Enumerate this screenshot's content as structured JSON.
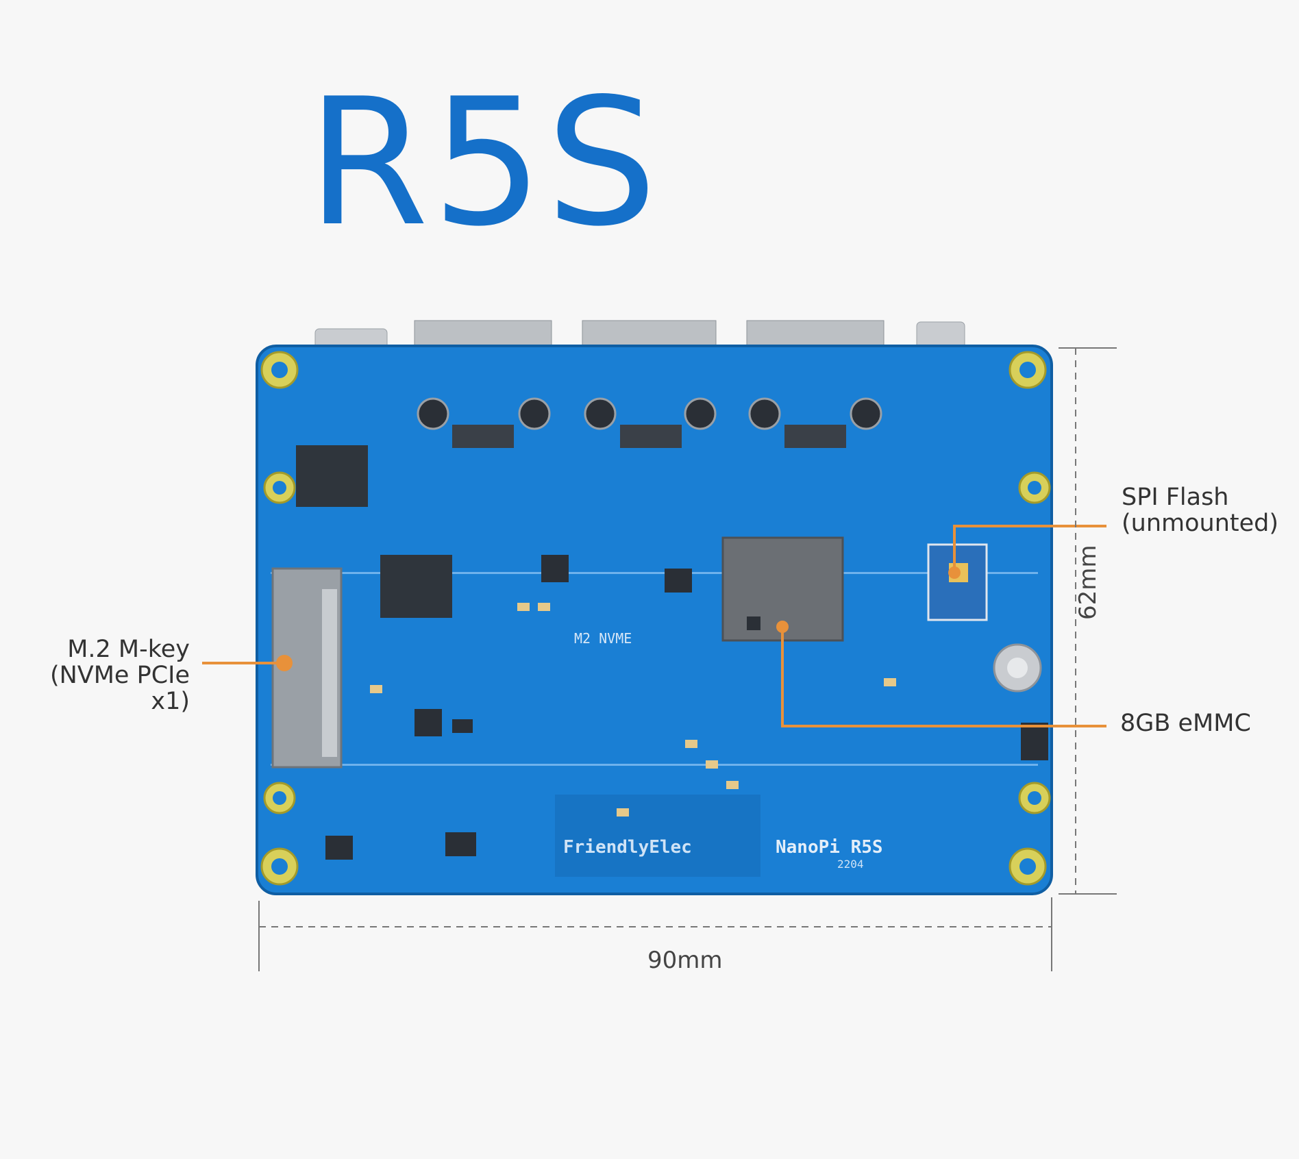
{
  "title": "R5S",
  "colors": {
    "title": "#1570c9",
    "board": "#1a7fd4",
    "callout": "#e8913a"
  },
  "callouts": {
    "spi_flash": {
      "line1": "SPI Flash",
      "line2": "(unmounted)"
    },
    "m2": {
      "line1": "M.2 M-key",
      "line2": "(NVMe PCIe x1)"
    },
    "emmc": {
      "line1": "8GB eMMC"
    }
  },
  "dimensions": {
    "width": "90mm",
    "height": "62mm"
  },
  "silkscreen": {
    "brand": "FriendlyElec",
    "model": "NanoPi R5S",
    "date": "2204",
    "m2_label": "M2 NVME"
  }
}
